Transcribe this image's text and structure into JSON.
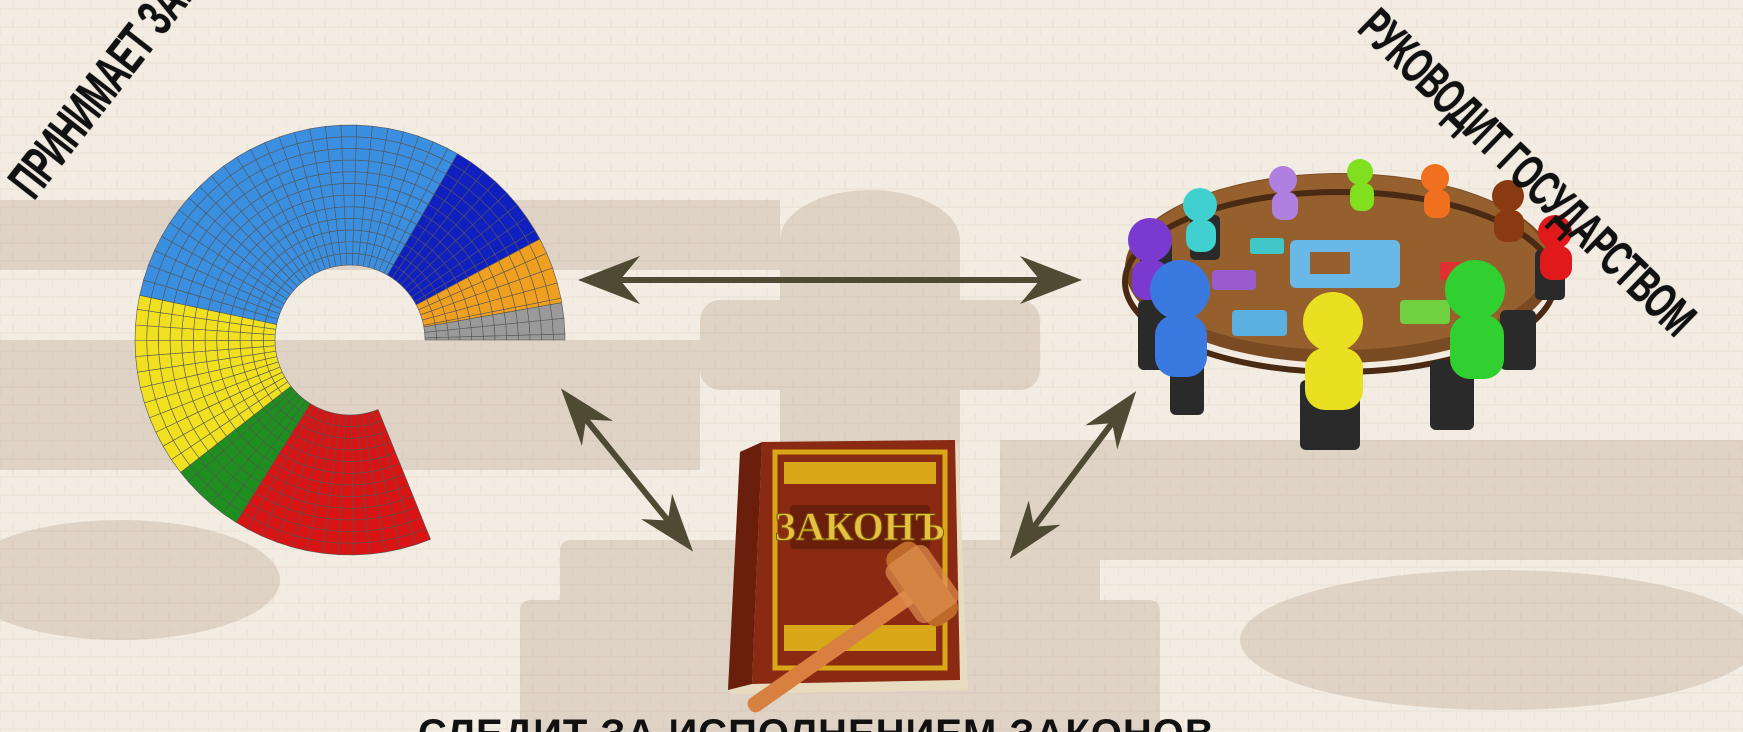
{
  "slide": {
    "title_partial": "",
    "label_left": "ПРИНИМАЕТ ЗАКОНЫ",
    "label_right": "РУКОВОДИТ ГОСУДАРСТВОМ",
    "caption_bottom": "СЛЕДИТ ЗА ИСПОЛНЕНИЕМ ЗАКОНОВ",
    "book_title": "ЗАКОНЪ"
  },
  "colors": {
    "background": "#f3ece3",
    "arrow": "#4f4a33",
    "parliament_red": "#d81414",
    "parliament_green": "#1e8f1e",
    "parliament_yellow": "#f0e020",
    "parliament_blue": "#3a8fe0",
    "parliament_darkblue": "#1020c0",
    "parliament_orange": "#f0a020",
    "parliament_grey": "#9a9a9a",
    "book_cover": "#8a2a12",
    "book_gold": "#d8a818",
    "gavel": "#d88040",
    "table": "#7a4a22"
  },
  "icons": {
    "parliament": "parliament-seats-icon",
    "meeting": "meeting-table-people-icon",
    "law_book": "law-book-gavel-icon",
    "arrows": "double-arrow-icon"
  }
}
